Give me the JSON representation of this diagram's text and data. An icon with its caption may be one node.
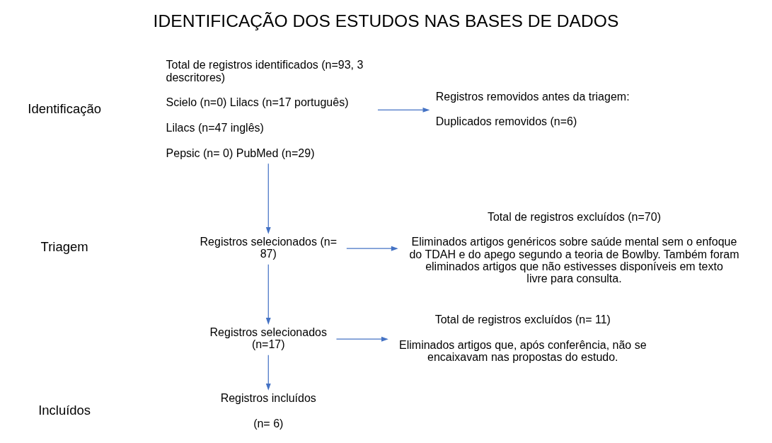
{
  "diagram": {
    "title": "IDENTIFICAÇÃO DOS ESTUDOS NAS BASES DE DADOS",
    "nodes": [
      {
        "text": [
          "Total de registros identificados (n=93, 3 descritores)",
          "Scielo (n=0) Lilacs (n=17 português)",
          "Lilacs (n=47 inglês)",
          "Pepsic (n= 0) PubMed (n=29)"
        ]
      },
      {
        "text": [
          "Registros removidos antes da triagem:",
          "Duplicados removidos (n=6)"
        ]
      },
      {
        "text": [
          "Registros selecionados (n= 87)"
        ]
      },
      {
        "text": [
          "Total de registros excluídos (n=70)",
          "Eliminados artigos genéricos sobre saúde mental sem o enfoque do TDAH e do apego segundo a teoria de Bowlby. Também foram eliminados artigos que não estivesses disponíveis em texto livre para consulta."
        ]
      },
      {
        "text": [
          "Registros selecionados (n=17)"
        ]
      },
      {
        "text": [
          "Total de registros excluídos (n= 11)",
          "Eliminados artigos que, após conferência, não se encaixavam nas propostas do estudo."
        ]
      },
      {
        "text": [
          "Registros incluídos",
          "(n= 6)"
        ]
      }
    ],
    "edges": [
      {
        "from": 0,
        "to": 1,
        "arrow": "to"
      },
      {
        "from": 0,
        "to": 2,
        "arrow": "to"
      },
      {
        "from": 2,
        "to": 3,
        "arrow": "to"
      },
      {
        "from": 2,
        "to": 4,
        "arrow": "to"
      },
      {
        "from": 4,
        "to": 5,
        "arrow": "to"
      },
      {
        "from": 4,
        "to": 6,
        "arrow": "to"
      }
    ],
    "labels": [
      "Identificação",
      "Triagem",
      "Incluídos"
    ]
  }
}
